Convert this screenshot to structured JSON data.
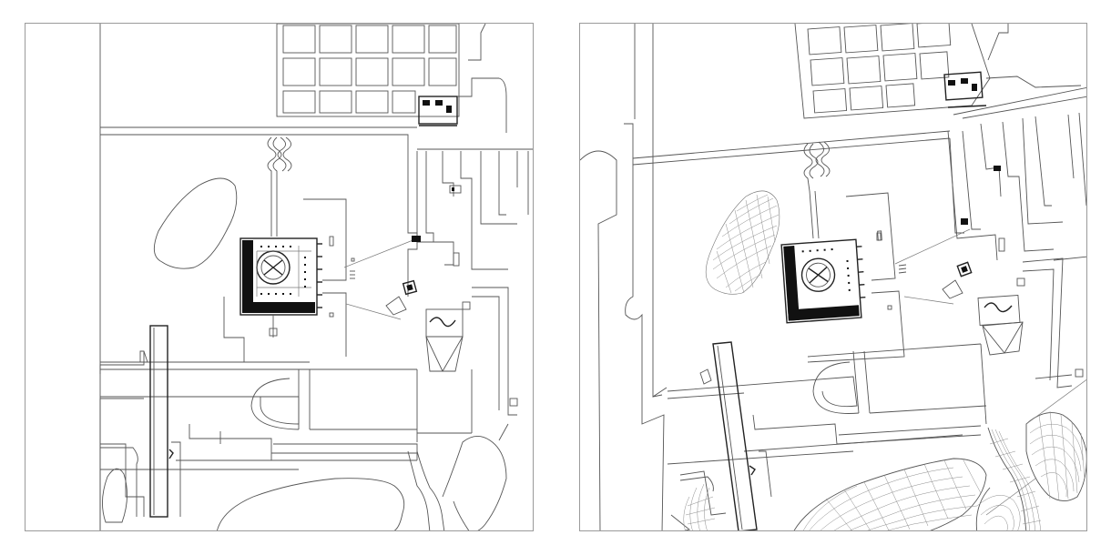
{
  "figure": {
    "panels": [
      {
        "id": "left",
        "view": "site-plan-2d"
      },
      {
        "id": "right",
        "view": "site-plan-with-terrain-mesh"
      }
    ],
    "colors": {
      "background": "#ffffff",
      "frame": "#9a9a9a",
      "linework": "#555555",
      "dense_detail": "#111111",
      "mesh": "#8c8c8c"
    }
  }
}
